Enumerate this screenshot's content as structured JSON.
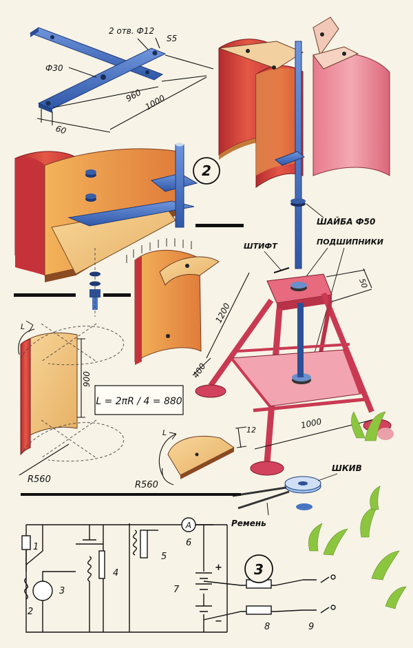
{
  "colors": {
    "paper": "#f7f3e6",
    "blade_red": "#d8383a",
    "blade_inner": "#e98b45",
    "wood": "#f1c67d",
    "steel_blue": "#4a74c3",
    "frame_red": "#d2425c",
    "frame_pink": "#ef94a0",
    "grass": "#8cc63f"
  },
  "labels": {
    "holes": "2 отв. Ф12",
    "s5": "S5",
    "phi30": "Ф30",
    "d960": "960",
    "d1000_top": "1000",
    "d60": "60",
    "fig2": "2",
    "fig3": "3",
    "washer": "ШАЙБА Ф50",
    "pin": "ШТИФТ",
    "bearings": "ПОДШИПНИКИ",
    "d50": "50",
    "d1200": "1200",
    "d400": "400",
    "d1000_base": "1000",
    "d900": "900",
    "formula": "L = 2πR / 4 = 880",
    "l_arc": "L",
    "r560_a": "R560",
    "r560_b": "R560",
    "l_arc2": "L",
    "d12": "12",
    "pulley": "ШКИВ",
    "belt": "Ремень",
    "n1": "1",
    "n2": "2",
    "n3": "3",
    "n4": "4",
    "n5": "5",
    "n6": "6",
    "n7": "7",
    "n8": "8",
    "n9": "9",
    "ammeter": "A",
    "plus": "+",
    "minus": "−"
  }
}
